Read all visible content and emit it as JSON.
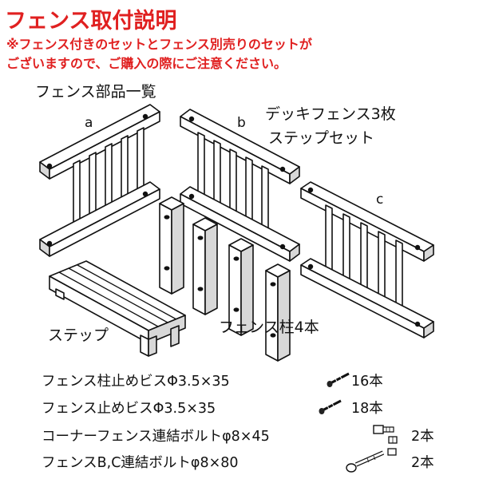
{
  "title": "フェンス取付説明",
  "notice": {
    "line1": "※フェンス付きのセットとフェンス別売りのセットが",
    "line2": "ございますので、ご購入の際にご注意ください。"
  },
  "section_title": "フェンス部品一覧",
  "labels": {
    "a": "a",
    "b": "b",
    "c": "c",
    "deck_fence": "デッキフェンス3枚",
    "step_set": "ステップセット",
    "step": "ステップ",
    "posts": "フェンス柱4本"
  },
  "parts_list": [
    {
      "name": "フェンス柱止めビスΦ3.5×35",
      "qty": "16本",
      "icon": "screw-icon"
    },
    {
      "name": "フェンス止めビスΦ3.5×35",
      "qty": "18本",
      "icon": "screw-icon"
    },
    {
      "name": "コーナーフェンス連結ボルトφ8×45",
      "qty": "2本",
      "icon": "bolt-short-icon"
    },
    {
      "name": "フェンスB,C連結ボルトφ8×80",
      "qty": "2本",
      "icon": "bolt-long-icon"
    }
  ],
  "colors": {
    "accent": "#e02020",
    "ink": "#111111"
  }
}
